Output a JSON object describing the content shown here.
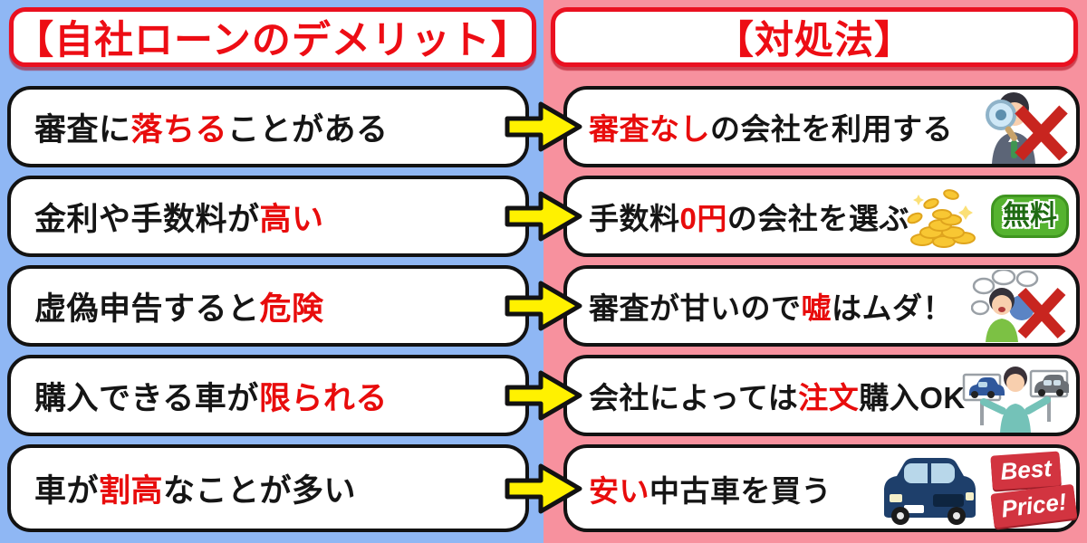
{
  "headers": {
    "left": "【自社ローンのデメリット】",
    "right": "【対処法】"
  },
  "rows": [
    {
      "left": [
        "審査に",
        "落ちる",
        "ことがある"
      ],
      "right": [
        "審査なし",
        "の会社を利用する"
      ],
      "icons": [
        "magnifier-inspector-reject-icon"
      ]
    },
    {
      "left": [
        "金利や手数料が",
        "高い"
      ],
      "right": [
        "手数料",
        "0円",
        "の会社を選ぶ"
      ],
      "icons": [
        "gold-coins-icon",
        "free-badge"
      ]
    },
    {
      "left": [
        "虚偽申告すると",
        "危険"
      ],
      "right": [
        "審査が甘いので",
        "嘘",
        "はムダ！"
      ],
      "icons": [
        "liar-speech-bubbles-reject-icon"
      ]
    },
    {
      "left": [
        "購入できる車が",
        "限られる"
      ],
      "right": [
        "会社によっては",
        "注文",
        "購入OK"
      ],
      "icons": [
        "person-holding-car-signs-icon"
      ]
    },
    {
      "left": [
        "車が",
        "割高",
        "なことが多い"
      ],
      "right": [
        "安い",
        "中古車を買う"
      ],
      "icons": [
        "blue-car-icon",
        "best-price-badge"
      ]
    }
  ],
  "badges": {
    "free": "無料",
    "best": "Best",
    "price": "Price!"
  },
  "colors": {
    "left_background": "#8fb7f4",
    "right_background": "#f7919e",
    "header_red": "#ea1020",
    "emphasis_red": "#e80c0c",
    "arrow_yellow": "#fff100",
    "free_badge_green": "#55b32f",
    "best_price_red": "#d23440"
  }
}
